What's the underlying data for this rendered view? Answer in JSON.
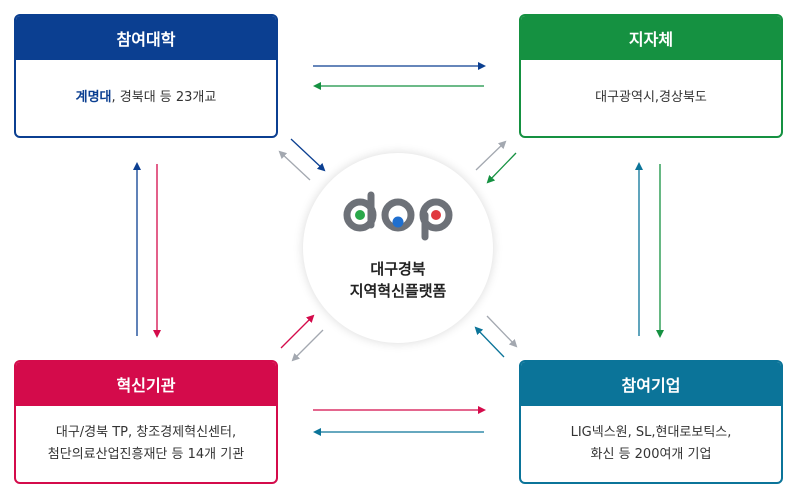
{
  "nodes": {
    "university": {
      "title": "참여대학",
      "highlight": "계명대",
      "rest": ", 경북대 등 23개교"
    },
    "local_gov": {
      "title": "지자체",
      "line1": "대구광역시,경상북도"
    },
    "innovation": {
      "title": "혁신기관",
      "line1": "대구/경북 TP, 창조경제혁신센터,",
      "line2": "첨단의료산업진흥재단 등 14개 기관"
    },
    "company": {
      "title": "참여기업",
      "line1": "LIG넥스원, SL,현대로보틱스,",
      "line2": "화신 등 200여개 기업"
    }
  },
  "center": {
    "line1": "대구경북",
    "line2": "지역혁신플랫폼"
  },
  "colors": {
    "university": "#0b3f91",
    "local_gov": "#159141",
    "innovation": "#d40b4b",
    "company": "#0b7499",
    "return_arrow": "#a3a8b0",
    "logo_gray": "#6d7178",
    "logo_green": "#2aa84a",
    "logo_blue": "#1f6fcf",
    "logo_red": "#e0383e"
  }
}
